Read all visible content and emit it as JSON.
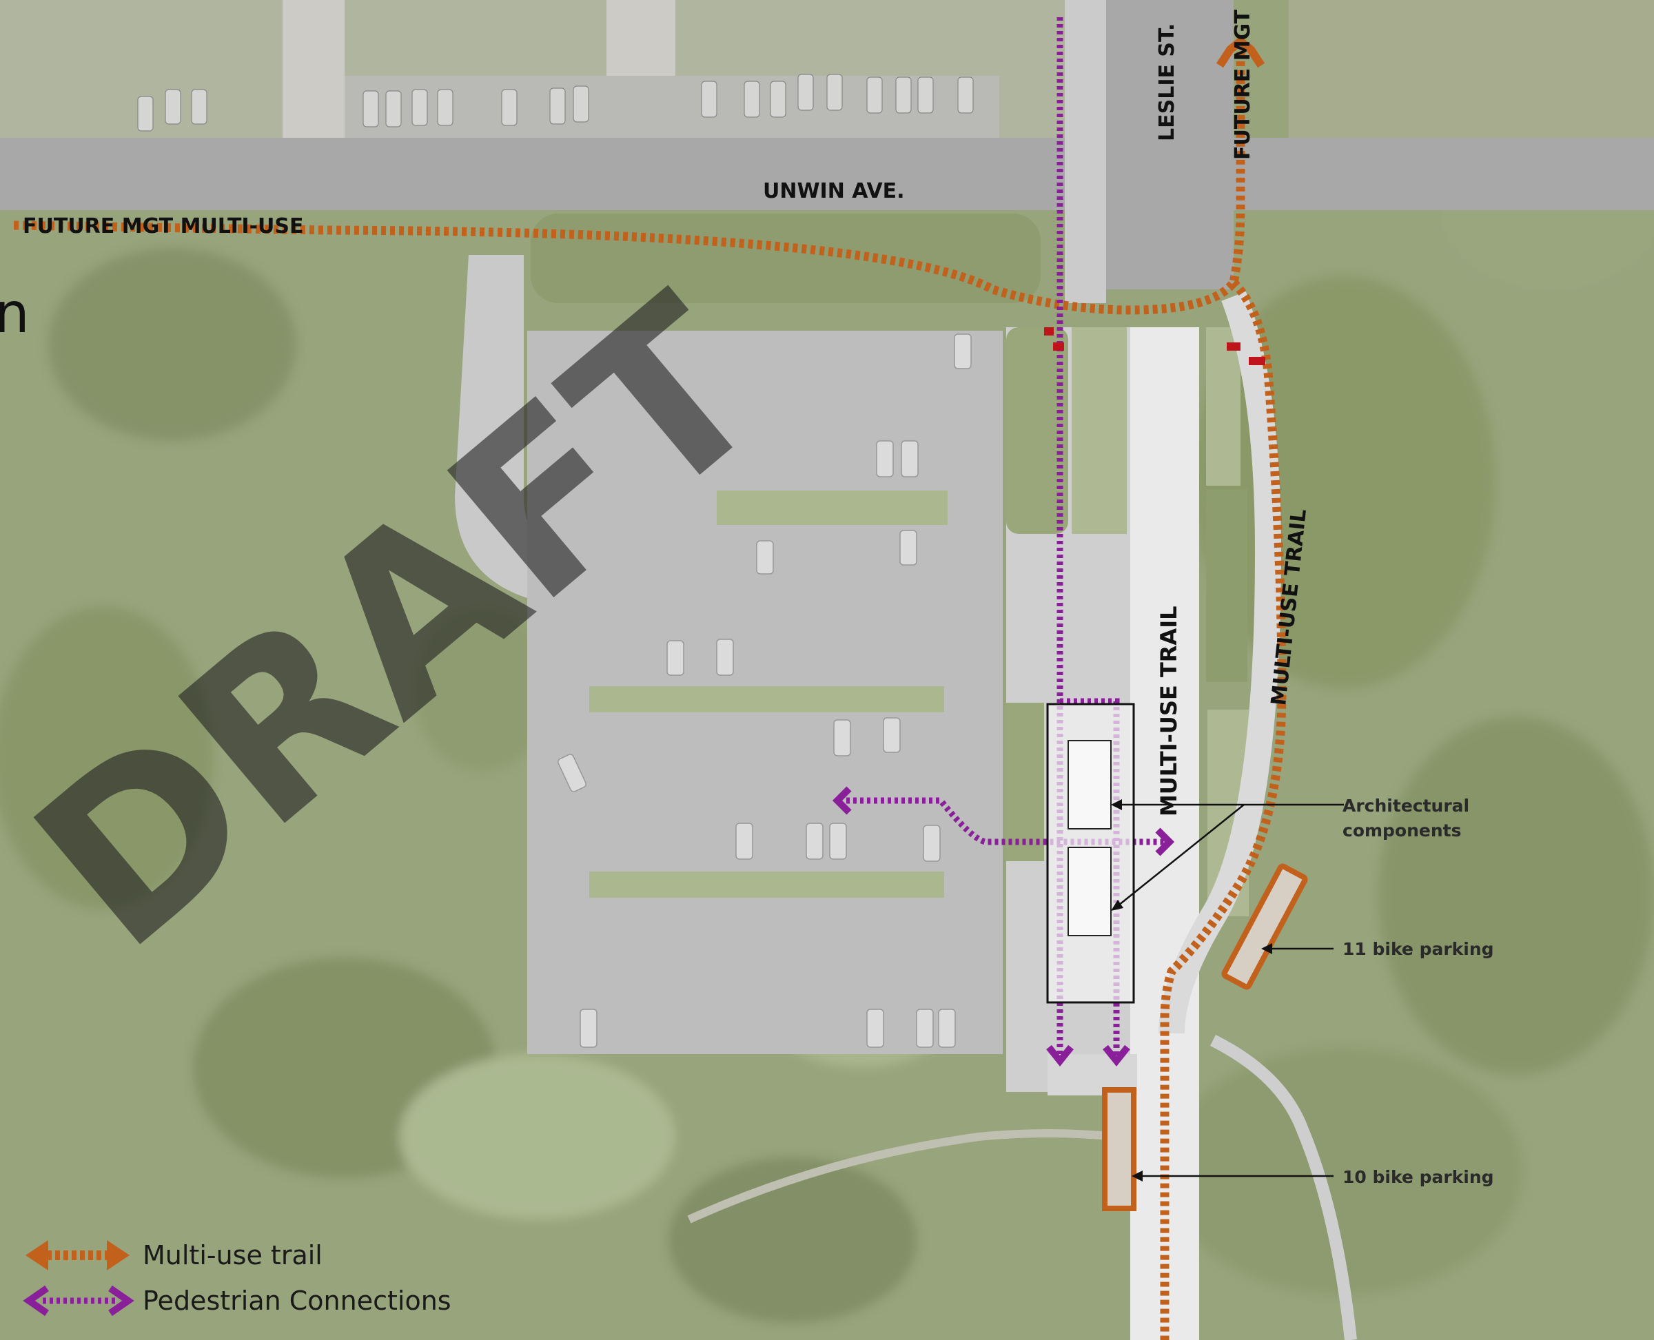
{
  "streets": {
    "unwin": "UNWIN AVE.",
    "leslie": "LESLIE ST."
  },
  "trail_labels": {
    "future_mgt_multi_use": "FUTURE MGT MULTI-USE",
    "future_mgt": "FUTURE MGT",
    "multi_use_trail_center": "MULTI-USE TRAIL",
    "multi_use_trail_east": "MULTI-USE TRAIL"
  },
  "watermark": "DRAFT",
  "edge_fragment": "n",
  "annotations": {
    "architectural_line1": "Architectural",
    "architectural_line2": "components",
    "bike_parking_11": "11 bike parking",
    "bike_parking_10": "10 bike parking"
  },
  "legend": {
    "multi_use": "Multi-use trail",
    "pedestrian": "Pedestrian Connections"
  },
  "colors": {
    "trail_orange": "#c2611c",
    "pedestrian_purple": "#8a1f9a",
    "marker_red": "#c0141c",
    "vegetation": "#8c9a6a",
    "road": "#9c9c9c",
    "parking_lot": "#b4b4b4"
  }
}
